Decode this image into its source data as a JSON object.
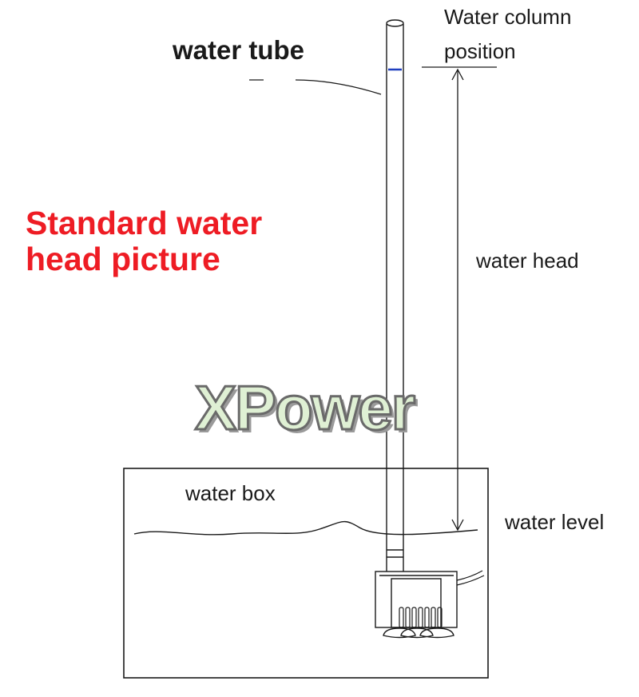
{
  "labels": {
    "title_line1": "Standard water",
    "title_line2": "head picture",
    "water_tube": "water tube",
    "column_line1": "Water column",
    "column_line2": "position",
    "water_head": "water head",
    "water_box": "water box",
    "water_level": "water level"
  },
  "watermark": "XPower",
  "colors": {
    "title": "#ee1c24",
    "line": "#1a1a1a",
    "meniscus": "#1f3fbf",
    "watermark_fill": "#dff0d4",
    "watermark_outline": "#6a6a6a"
  }
}
